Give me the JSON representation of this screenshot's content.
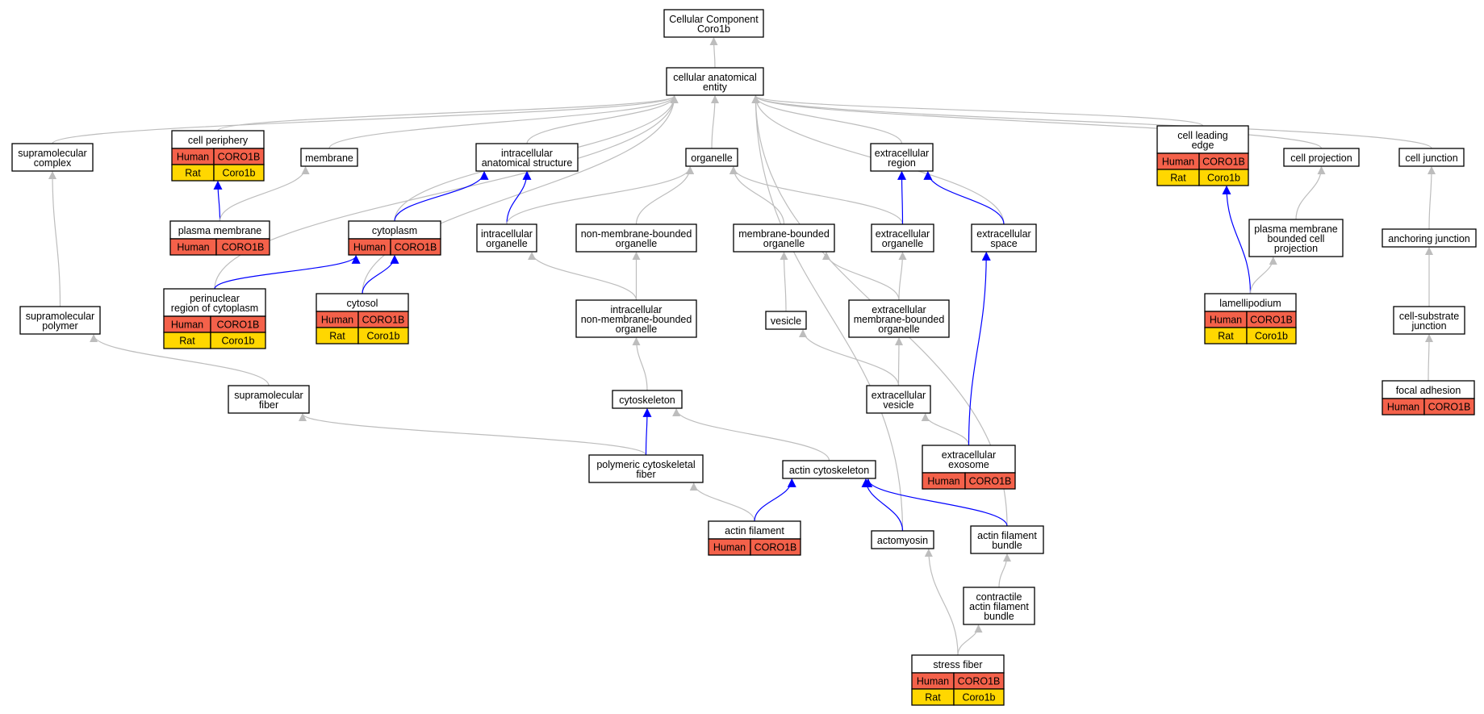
{
  "colors": {
    "human": "#f4614a",
    "rat": "#ffd700",
    "edge_default": "#bdbdbd",
    "edge_annotated": "#0000ff"
  },
  "nodes": [
    {
      "id": "cellular-component",
      "lines": [
        "Cellular Component",
        "Coro1b"
      ]
    },
    {
      "id": "cellular-anatomical-entity",
      "lines": [
        "cellular anatomical",
        "entity"
      ]
    },
    {
      "id": "supramolecular-complex",
      "lines": [
        "supramolecular",
        "complex"
      ]
    },
    {
      "id": "cell-periphery",
      "lines": [
        "cell periphery"
      ],
      "annot": [
        [
          "Human",
          "CORO1B"
        ],
        [
          "Rat",
          "Coro1b"
        ]
      ]
    },
    {
      "id": "membrane",
      "lines": [
        "membrane"
      ]
    },
    {
      "id": "intracellular-anatomical-structure",
      "lines": [
        "intracellular",
        "anatomical structure"
      ]
    },
    {
      "id": "organelle",
      "lines": [
        "organelle"
      ]
    },
    {
      "id": "extracellular-region",
      "lines": [
        "extracellular",
        "region"
      ]
    },
    {
      "id": "cell-leading-edge",
      "lines": [
        "cell leading",
        "edge"
      ],
      "annot": [
        [
          "Human",
          "CORO1B"
        ],
        [
          "Rat",
          "Coro1b"
        ]
      ]
    },
    {
      "id": "cell-projection",
      "lines": [
        "cell projection"
      ]
    },
    {
      "id": "cell-junction",
      "lines": [
        "cell junction"
      ]
    },
    {
      "id": "plasma-membrane",
      "lines": [
        "plasma membrane"
      ],
      "annot": [
        [
          "Human",
          "CORO1B"
        ]
      ]
    },
    {
      "id": "cytoplasm",
      "lines": [
        "cytoplasm"
      ],
      "annot": [
        [
          "Human",
          "CORO1B"
        ]
      ]
    },
    {
      "id": "intracellular-organelle",
      "lines": [
        "intracellular",
        "organelle"
      ]
    },
    {
      "id": "non-membrane-bounded-organelle",
      "lines": [
        "non-membrane-bounded",
        "organelle"
      ]
    },
    {
      "id": "membrane-bounded-organelle",
      "lines": [
        "membrane-bounded",
        "organelle"
      ]
    },
    {
      "id": "extracellular-organelle",
      "lines": [
        "extracellular",
        "organelle"
      ]
    },
    {
      "id": "extracellular-space",
      "lines": [
        "extracellular",
        "space"
      ]
    },
    {
      "id": "plasma-membrane-bounded-cell-projection",
      "lines": [
        "plasma membrane",
        "bounded cell",
        "projection"
      ]
    },
    {
      "id": "anchoring-junction",
      "lines": [
        "anchoring junction"
      ]
    },
    {
      "id": "supramolecular-polymer",
      "lines": [
        "supramolecular",
        "polymer"
      ]
    },
    {
      "id": "perinuclear-region",
      "lines": [
        "perinuclear",
        "region of cytoplasm"
      ],
      "annot": [
        [
          "Human",
          "CORO1B"
        ],
        [
          "Rat",
          "Coro1b"
        ]
      ]
    },
    {
      "id": "cytosol",
      "lines": [
        "cytosol"
      ],
      "annot": [
        [
          "Human",
          "CORO1B"
        ],
        [
          "Rat",
          "Coro1b"
        ]
      ]
    },
    {
      "id": "intracellular-non-membrane-bounded-organelle",
      "lines": [
        "intracellular",
        "non-membrane-bounded",
        "organelle"
      ]
    },
    {
      "id": "vesicle",
      "lines": [
        "vesicle"
      ]
    },
    {
      "id": "extracellular-membrane-bounded-organelle",
      "lines": [
        "extracellular",
        "membrane-bounded",
        "organelle"
      ]
    },
    {
      "id": "lamellipodium",
      "lines": [
        "lamellipodium"
      ],
      "annot": [
        [
          "Human",
          "CORO1B"
        ],
        [
          "Rat",
          "Coro1b"
        ]
      ]
    },
    {
      "id": "cell-substrate-junction",
      "lines": [
        "cell-substrate",
        "junction"
      ]
    },
    {
      "id": "supramolecular-fiber",
      "lines": [
        "supramolecular",
        "fiber"
      ]
    },
    {
      "id": "cytoskeleton",
      "lines": [
        "cytoskeleton"
      ]
    },
    {
      "id": "extracellular-vesicle",
      "lines": [
        "extracellular",
        "vesicle"
      ]
    },
    {
      "id": "focal-adhesion",
      "lines": [
        "focal adhesion"
      ],
      "annot": [
        [
          "Human",
          "CORO1B"
        ]
      ]
    },
    {
      "id": "polymeric-cytoskeletal-fiber",
      "lines": [
        "polymeric cytoskeletal",
        "fiber"
      ]
    },
    {
      "id": "actin-cytoskeleton",
      "lines": [
        "actin cytoskeleton"
      ]
    },
    {
      "id": "extracellular-exosome",
      "lines": [
        "extracellular",
        "exosome"
      ],
      "annot": [
        [
          "Human",
          "CORO1B"
        ]
      ]
    },
    {
      "id": "actin-filament",
      "lines": [
        "actin filament"
      ],
      "annot": [
        [
          "Human",
          "CORO1B"
        ]
      ]
    },
    {
      "id": "actomyosin",
      "lines": [
        "actomyosin"
      ]
    },
    {
      "id": "actin-filament-bundle",
      "lines": [
        "actin filament",
        "bundle"
      ]
    },
    {
      "id": "contractile-actin-filament-bundle",
      "lines": [
        "contractile",
        "actin filament",
        "bundle"
      ]
    },
    {
      "id": "stress-fiber",
      "lines": [
        "stress fiber"
      ],
      "annot": [
        [
          "Human",
          "CORO1B"
        ],
        [
          "Rat",
          "Coro1b"
        ]
      ]
    }
  ],
  "edges": [
    {
      "from": "cellular-anatomical-entity",
      "to": "cellular-component",
      "annotated": false
    },
    {
      "from": "supramolecular-complex",
      "to": "cellular-anatomical-entity",
      "annotated": false
    },
    {
      "from": "cell-periphery",
      "to": "cellular-anatomical-entity",
      "annotated": false
    },
    {
      "from": "membrane",
      "to": "cellular-anatomical-entity",
      "annotated": false
    },
    {
      "from": "intracellular-anatomical-structure",
      "to": "cellular-anatomical-entity",
      "annotated": false
    },
    {
      "from": "organelle",
      "to": "cellular-anatomical-entity",
      "annotated": false
    },
    {
      "from": "extracellular-region",
      "to": "cellular-anatomical-entity",
      "annotated": false
    },
    {
      "from": "cell-leading-edge",
      "to": "cellular-anatomical-entity",
      "annotated": false
    },
    {
      "from": "cell-projection",
      "to": "cellular-anatomical-entity",
      "annotated": false
    },
    {
      "from": "cell-junction",
      "to": "cellular-anatomical-entity",
      "annotated": false
    },
    {
      "from": "perinuclear-region",
      "to": "cellular-anatomical-entity",
      "annotated": false
    },
    {
      "from": "cytosol",
      "to": "cellular-anatomical-entity",
      "annotated": false
    },
    {
      "from": "cytoplasm",
      "to": "cellular-anatomical-entity",
      "annotated": false
    },
    {
      "from": "extracellular-space",
      "to": "cellular-anatomical-entity",
      "annotated": false
    },
    {
      "from": "actomyosin",
      "to": "cellular-anatomical-entity",
      "annotated": false
    },
    {
      "from": "actin-filament-bundle",
      "to": "cellular-anatomical-entity",
      "annotated": false
    },
    {
      "from": "plasma-membrane",
      "to": "cell-periphery",
      "annotated": true
    },
    {
      "from": "plasma-membrane",
      "to": "membrane",
      "annotated": false
    },
    {
      "from": "cytoplasm",
      "to": "intracellular-anatomical-structure",
      "annotated": true
    },
    {
      "from": "intracellular-organelle",
      "to": "intracellular-anatomical-structure",
      "annotated": true
    },
    {
      "from": "intracellular-organelle",
      "to": "organelle",
      "annotated": false
    },
    {
      "from": "non-membrane-bounded-organelle",
      "to": "organelle",
      "annotated": false
    },
    {
      "from": "membrane-bounded-organelle",
      "to": "organelle",
      "annotated": false
    },
    {
      "from": "extracellular-organelle",
      "to": "organelle",
      "annotated": false
    },
    {
      "from": "extracellular-organelle",
      "to": "extracellular-region",
      "annotated": true
    },
    {
      "from": "extracellular-space",
      "to": "extracellular-region",
      "annotated": true
    },
    {
      "from": "lamellipodium",
      "to": "cell-leading-edge",
      "annotated": true
    },
    {
      "from": "lamellipodium",
      "to": "plasma-membrane-bounded-cell-projection",
      "annotated": false
    },
    {
      "from": "plasma-membrane-bounded-cell-projection",
      "to": "cell-projection",
      "annotated": false
    },
    {
      "from": "anchoring-junction",
      "to": "cell-junction",
      "annotated": false
    },
    {
      "from": "supramolecular-polymer",
      "to": "supramolecular-complex",
      "annotated": false
    },
    {
      "from": "perinuclear-region",
      "to": "cytoplasm",
      "annotated": true
    },
    {
      "from": "cytosol",
      "to": "cytoplasm",
      "annotated": true
    },
    {
      "from": "intracellular-non-membrane-bounded-organelle",
      "to": "intracellular-organelle",
      "annotated": false
    },
    {
      "from": "intracellular-non-membrane-bounded-organelle",
      "to": "non-membrane-bounded-organelle",
      "annotated": false
    },
    {
      "from": "vesicle",
      "to": "membrane-bounded-organelle",
      "annotated": false
    },
    {
      "from": "extracellular-membrane-bounded-organelle",
      "to": "membrane-bounded-organelle",
      "annotated": false
    },
    {
      "from": "extracellular-membrane-bounded-organelle",
      "to": "extracellular-organelle",
      "annotated": false
    },
    {
      "from": "cell-substrate-junction",
      "to": "anchoring-junction",
      "annotated": false
    },
    {
      "from": "supramolecular-fiber",
      "to": "supramolecular-polymer",
      "annotated": false
    },
    {
      "from": "cytoskeleton",
      "to": "intracellular-non-membrane-bounded-organelle",
      "annotated": false
    },
    {
      "from": "extracellular-vesicle",
      "to": "vesicle",
      "annotated": false
    },
    {
      "from": "extracellular-vesicle",
      "to": "extracellular-membrane-bounded-organelle",
      "annotated": false
    },
    {
      "from": "focal-adhesion",
      "to": "cell-substrate-junction",
      "annotated": false
    },
    {
      "from": "polymeric-cytoskeletal-fiber",
      "to": "supramolecular-fiber",
      "annotated": false
    },
    {
      "from": "polymeric-cytoskeletal-fiber",
      "to": "cytoskeleton",
      "annotated": true
    },
    {
      "from": "actin-cytoskeleton",
      "to": "cytoskeleton",
      "annotated": false
    },
    {
      "from": "extracellular-exosome",
      "to": "extracellular-vesicle",
      "annotated": false
    },
    {
      "from": "extracellular-exosome",
      "to": "extracellular-space",
      "annotated": true
    },
    {
      "from": "actin-filament",
      "to": "polymeric-cytoskeletal-fiber",
      "annotated": false
    },
    {
      "from": "actin-filament",
      "to": "actin-cytoskeleton",
      "annotated": true
    },
    {
      "from": "actomyosin",
      "to": "actin-cytoskeleton",
      "annotated": true
    },
    {
      "from": "actin-filament-bundle",
      "to": "actin-cytoskeleton",
      "annotated": true
    },
    {
      "from": "contractile-actin-filament-bundle",
      "to": "actin-filament-bundle",
      "annotated": false
    },
    {
      "from": "stress-fiber",
      "to": "actomyosin",
      "annotated": false
    },
    {
      "from": "stress-fiber",
      "to": "contractile-actin-filament-bundle",
      "annotated": false
    }
  ]
}
